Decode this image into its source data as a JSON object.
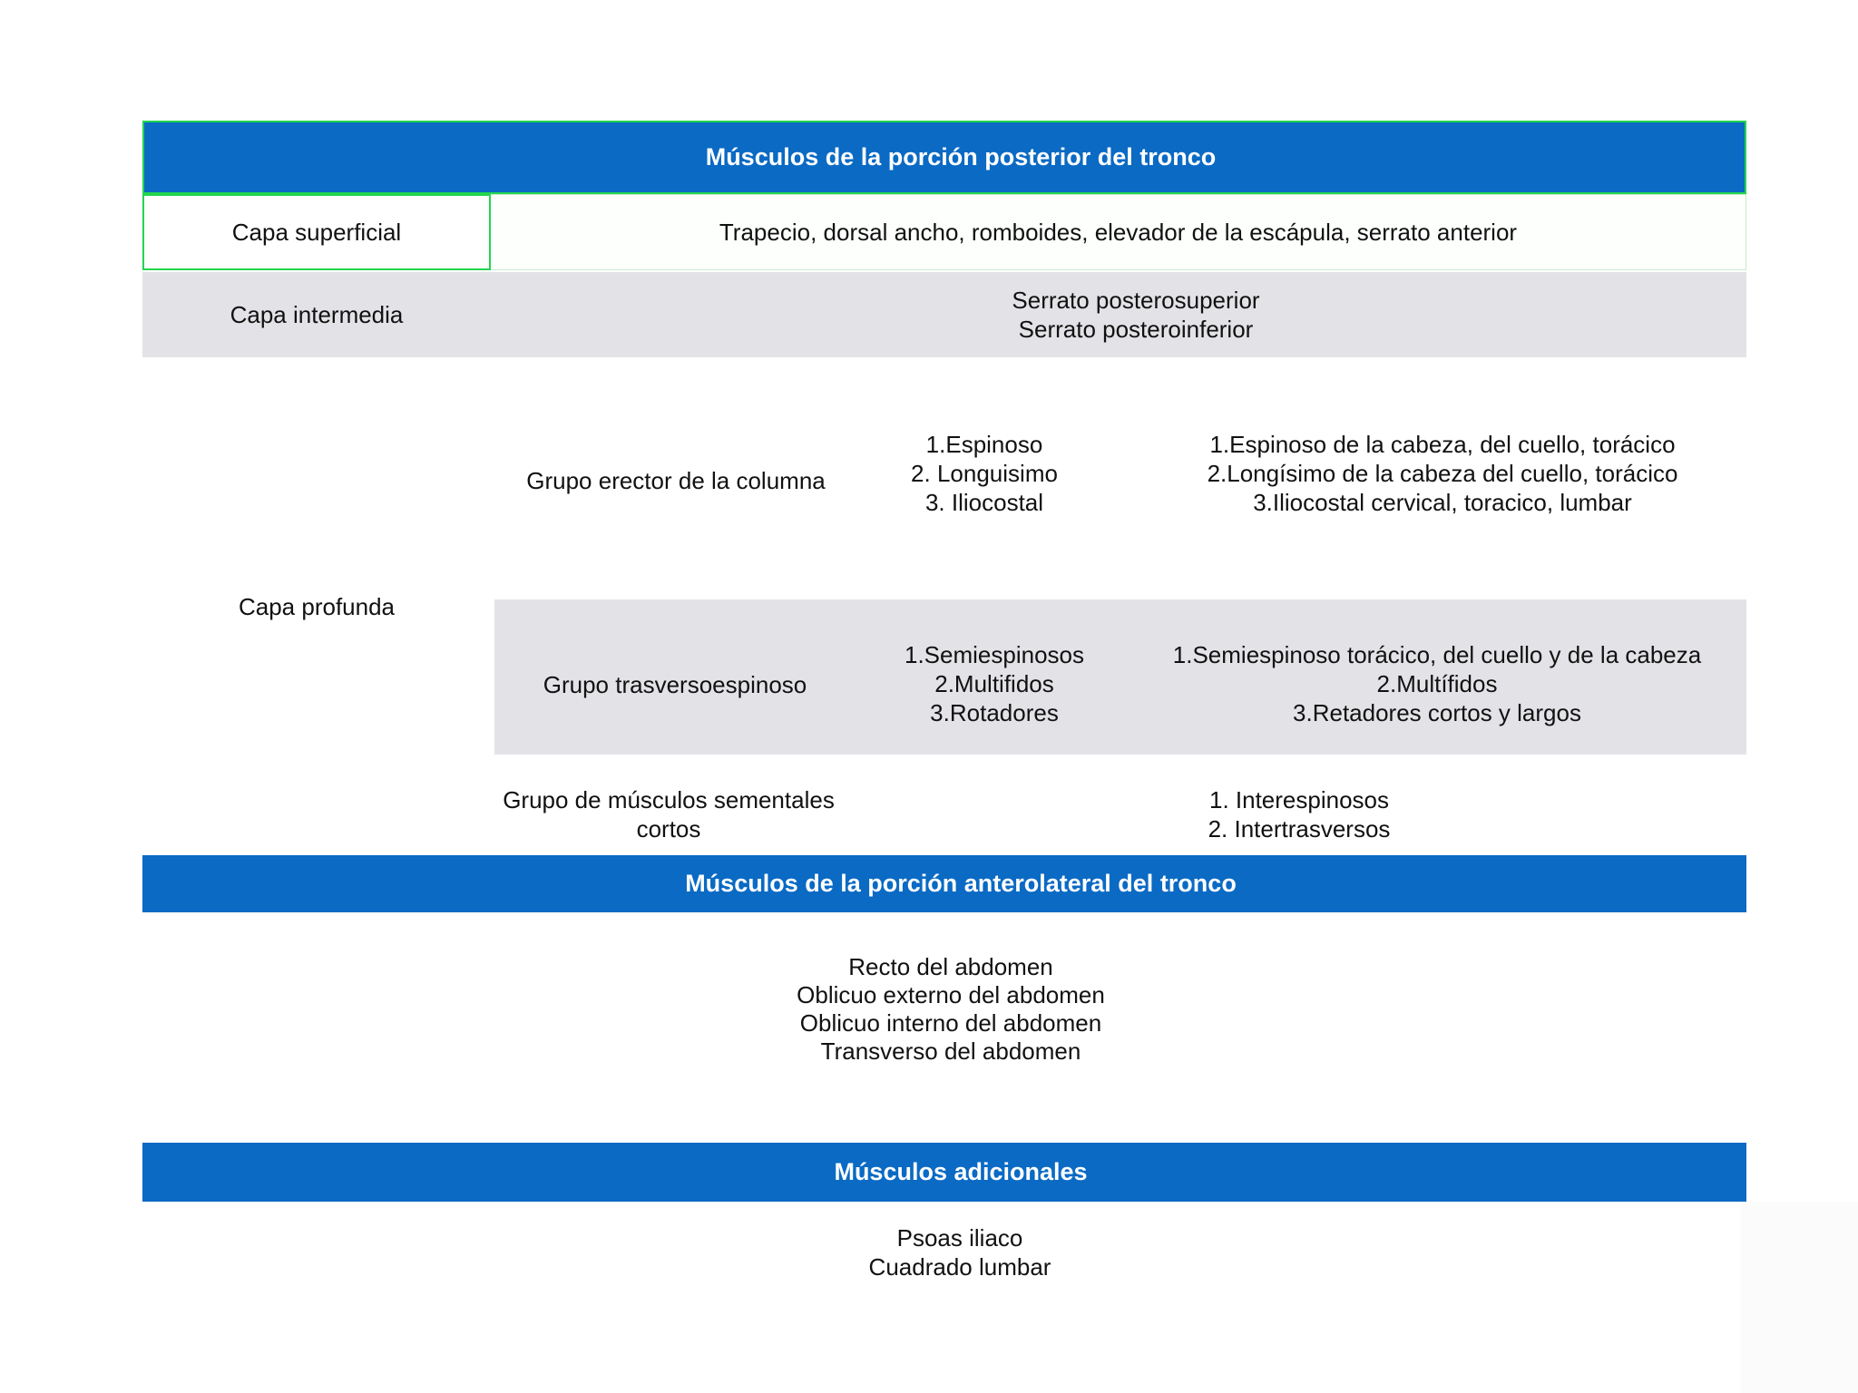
{
  "colors": {
    "header_blue": "#0a6ac4",
    "row_gray": "#e3e3e7",
    "border_green": "#22d54f",
    "border_green_light": "#c9e9cf"
  },
  "sections": {
    "posterior": {
      "title": "Músculos de la porción posterior del tronco",
      "superficial": {
        "label": "Capa superficial",
        "content": "Trapecio, dorsal ancho, romboides, elevador de la escápula, serrato anterior"
      },
      "intermedia": {
        "label": "Capa intermedia",
        "lines": [
          "Serrato posterosuperior",
          "Serrato posteroinferior"
        ]
      },
      "profunda": {
        "label": "Capa profunda",
        "erector": {
          "name": "Grupo erector de la columna",
          "items": [
            "1.Espinoso",
            "2. Longuisimo",
            "3. Iliocostal"
          ],
          "details": [
            "1.Espinoso de la cabeza, del cuello, torácico",
            "2.Longísimo de la cabeza del cuello, torácico",
            "3.Iliocostal cervical, toracico, lumbar"
          ]
        },
        "trasverso": {
          "name": "Grupo trasversoespinoso",
          "items": [
            "1.Semiespinosos",
            "2.Multifidos",
            "3.Rotadores"
          ],
          "details": [
            "1.Semiespinoso torácico, del cuello y de la cabeza",
            "2.Multífidos",
            "3.Retadores cortos y largos"
          ]
        },
        "sementales": {
          "name_lines": [
            "Grupo de músculos sementales",
            "cortos"
          ],
          "details": [
            "1. Interespinosos",
            "2. Intertrasversos"
          ]
        }
      }
    },
    "anterolateral": {
      "title": "Músculos de la porción anterolateral del tronco",
      "muscles": [
        "Recto del abdomen",
        "Oblicuo externo del abdomen",
        "Oblicuo interno del abdomen",
        "Transverso del abdomen"
      ]
    },
    "adicionales": {
      "title": "Músculos adicionales",
      "muscles": [
        "Psoas iliaco",
        "Cuadrado lumbar"
      ]
    }
  }
}
